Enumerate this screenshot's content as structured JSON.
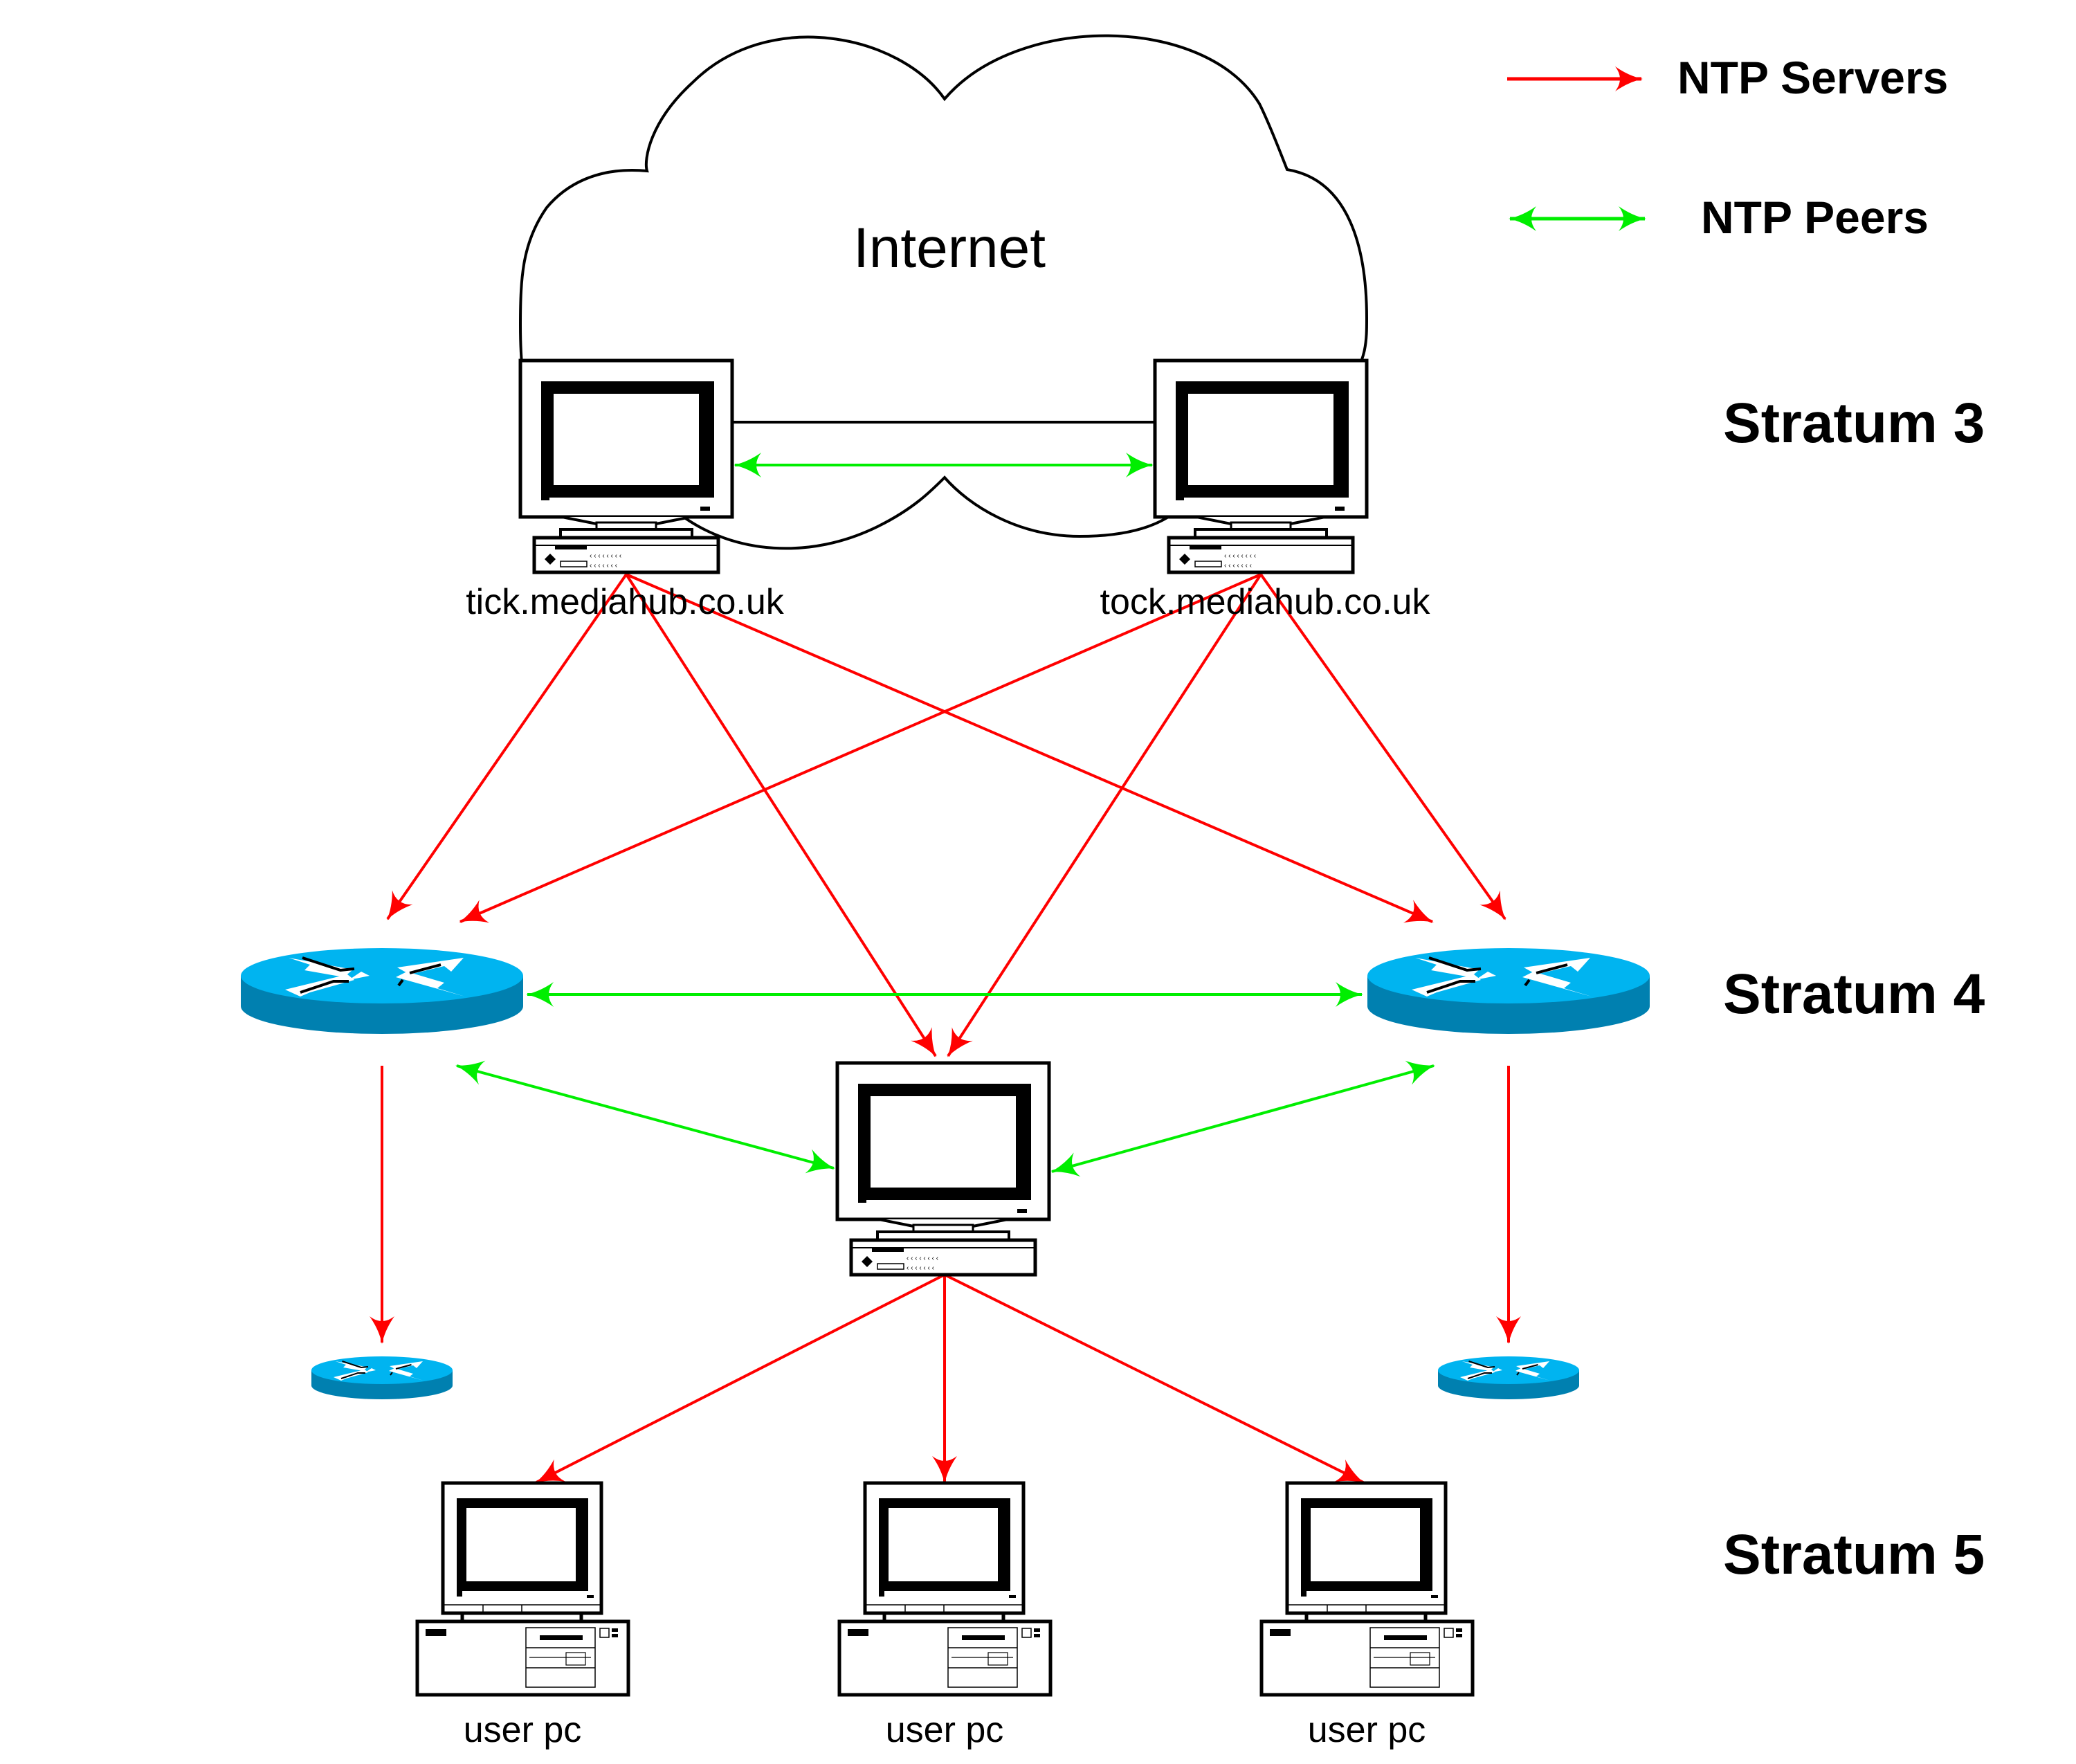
{
  "title": "NTP stratum hierarchy",
  "colors": {
    "server_link": "#ff0000",
    "peer_link": "#00ee00",
    "router_top": "#00b4f0",
    "router_side": "#0080b0"
  },
  "legend": {
    "servers": {
      "label": "NTP Servers",
      "icon": "single-arrow-red"
    },
    "peers": {
      "label": "NTP Peers",
      "icon": "double-arrow-green"
    }
  },
  "cloud": {
    "label": "Internet",
    "icon": "cloud-icon"
  },
  "strata": [
    {
      "label": "Stratum 3"
    },
    {
      "label": "Stratum 4"
    },
    {
      "label": "Stratum 5"
    }
  ],
  "nodes": {
    "tick": {
      "label": "tick.mediahub.co.uk",
      "type": "workstation"
    },
    "tock": {
      "label": "tock.mediahub.co.uk",
      "type": "workstation"
    },
    "router_left": {
      "type": "router"
    },
    "router_right": {
      "type": "router"
    },
    "center_pc": {
      "type": "workstation"
    },
    "small_router_left": {
      "type": "router"
    },
    "small_router_right": {
      "type": "router"
    },
    "user_pcs": [
      {
        "label": "user pc",
        "type": "desktop-pc"
      },
      {
        "label": "user pc",
        "type": "desktop-pc"
      },
      {
        "label": "user pc",
        "type": "desktop-pc"
      }
    ]
  },
  "links": [
    {
      "from": "tick",
      "to": "tock",
      "kind": "peer"
    },
    {
      "from": "tick",
      "to": "router_left",
      "kind": "server"
    },
    {
      "from": "tick",
      "to": "center_pc",
      "kind": "server"
    },
    {
      "from": "tick",
      "to": "router_right",
      "kind": "server"
    },
    {
      "from": "tock",
      "to": "router_left",
      "kind": "server"
    },
    {
      "from": "tock",
      "to": "center_pc",
      "kind": "server"
    },
    {
      "from": "tock",
      "to": "router_right",
      "kind": "server"
    },
    {
      "from": "router_left",
      "to": "router_right",
      "kind": "peer"
    },
    {
      "from": "router_left",
      "to": "center_pc",
      "kind": "peer"
    },
    {
      "from": "router_right",
      "to": "center_pc",
      "kind": "peer"
    },
    {
      "from": "router_left",
      "to": "small_router_left",
      "kind": "server"
    },
    {
      "from": "router_right",
      "to": "small_router_right",
      "kind": "server"
    },
    {
      "from": "center_pc",
      "to": "user_pc_1",
      "kind": "server"
    },
    {
      "from": "center_pc",
      "to": "user_pc_2",
      "kind": "server"
    },
    {
      "from": "center_pc",
      "to": "user_pc_3",
      "kind": "server"
    }
  ]
}
